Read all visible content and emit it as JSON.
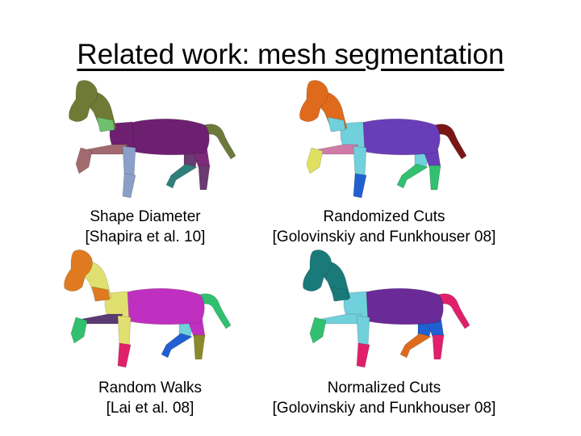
{
  "title": "Related work: mesh segmentation",
  "panels": [
    {
      "line1": "Shape Diameter",
      "line2": "[Shapira et al. 10]",
      "colors": {
        "head": "#6f7a35",
        "neck": "#6f7a35",
        "body": "#6d2070",
        "chest": "#6d2070",
        "tail": "#6b7a3c",
        "lf_up": "#a06a6e",
        "lf_low": "#a06a6e",
        "rf_up": "#8aa0c8",
        "rf_low": "#8aa0c8",
        "lh_up": "#6b3a70",
        "lh_low": "#2f7f7a",
        "rh_up": "#7c2a7a",
        "rh_low": "#6b3a70",
        "collar": "#6fbf6f"
      }
    },
    {
      "line1": "Randomized Cuts",
      "line2": "[Golovinskiy and Funkhouser 08]",
      "colors": {
        "head": "#e06a1c",
        "neck": "#e06a1c",
        "body": "#6a3db8",
        "chest": "#70d0dc",
        "tail": "#7a1616",
        "lf_up": "#d07aa8",
        "lf_low": "#e0e060",
        "rf_up": "#70d0dc",
        "rf_low": "#2060d0",
        "lh_up": "#70d0dc",
        "lh_low": "#30c070",
        "rh_up": "#6a3db8",
        "rh_low": "#30c070",
        "collar": "#70d0dc"
      }
    },
    {
      "line1": "Random Walks",
      "line2": "[Lai et al. 08]",
      "colors": {
        "head": "#e07a20",
        "neck": "#e0e070",
        "body": "#c030c0",
        "chest": "#e0e070",
        "tail": "#30c070",
        "lf_up": "#5a3a70",
        "lf_low": "#30c070",
        "rf_up": "#e0e070",
        "rf_low": "#e0206a",
        "lh_up": "#70d0dc",
        "lh_low": "#2060d0",
        "rh_up": "#c030c0",
        "rh_low": "#8a8a28",
        "collar": "#e07a20"
      }
    },
    {
      "line1": "Normalized Cuts",
      "line2": "[Golovinskiy and Funkhouser 08]",
      "colors": {
        "head": "#1a7a7a",
        "neck": "#1a7a7a",
        "body": "#6a2a98",
        "chest": "#70d0dc",
        "tail": "#e0206a",
        "lf_up": "#70d0dc",
        "lf_low": "#30c070",
        "rf_up": "#70d0dc",
        "rf_low": "#e0206a",
        "lh_up": "#2060d0",
        "lh_low": "#e06a1c",
        "rh_up": "#2060d0",
        "rh_low": "#e0206a",
        "collar": "#1a7a7a"
      }
    }
  ]
}
